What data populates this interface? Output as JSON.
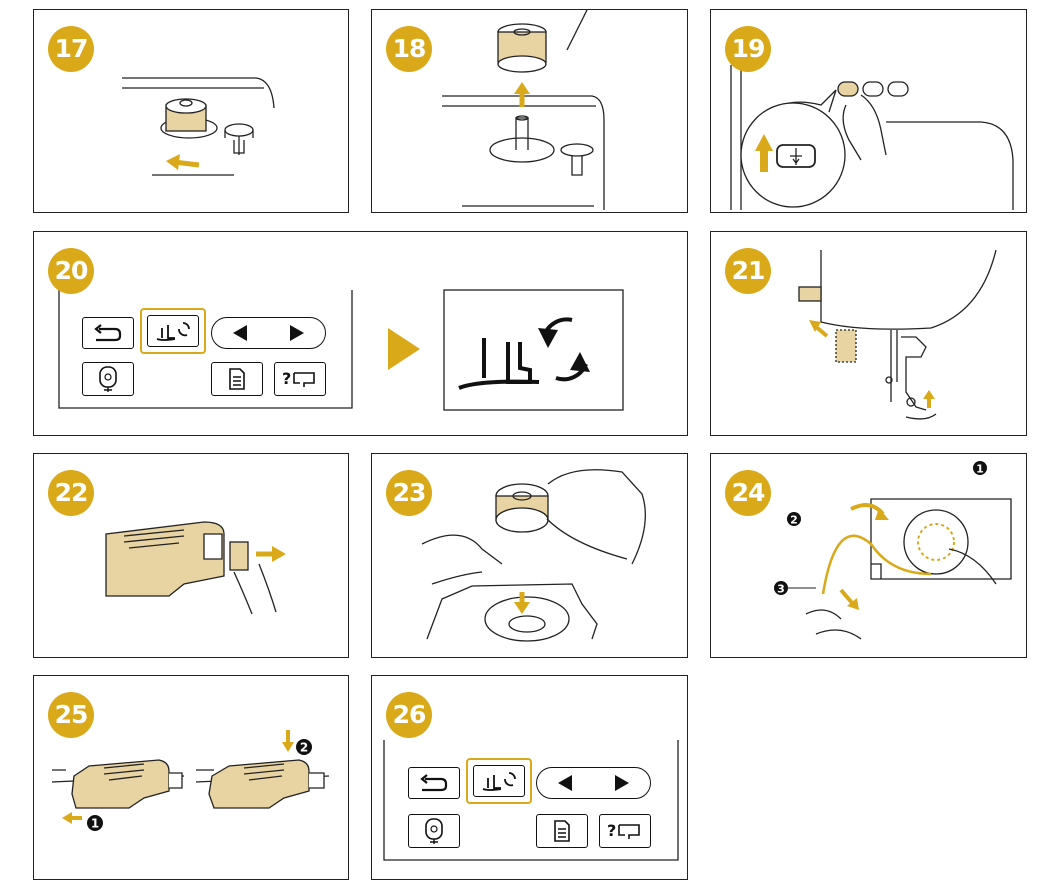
{
  "steps": [
    {
      "id": "17",
      "label": "17"
    },
    {
      "id": "18",
      "label": "18"
    },
    {
      "id": "19",
      "label": "19"
    },
    {
      "id": "20",
      "label": "20"
    },
    {
      "id": "21",
      "label": "21"
    },
    {
      "id": "22",
      "label": "22"
    },
    {
      "id": "23",
      "label": "23"
    },
    {
      "id": "24",
      "label": "24"
    },
    {
      "id": "25",
      "label": "25"
    },
    {
      "id": "26",
      "label": "26"
    }
  ],
  "callouts": {
    "step24": [
      "1",
      "2",
      "3"
    ],
    "step25": [
      "1",
      "2"
    ]
  },
  "icons": {
    "back": "back-arrow-icon",
    "presser_foot": "presser-foot-replace-icon",
    "prev": "triangle-left-icon",
    "next": "triangle-right-icon",
    "embroidery": "embroidery-hoop-icon",
    "list": "document-list-icon",
    "help": "help-machine-icon"
  },
  "colors": {
    "accent": "#d9a919",
    "thread": "#e8d4a2",
    "line": "#222222"
  }
}
